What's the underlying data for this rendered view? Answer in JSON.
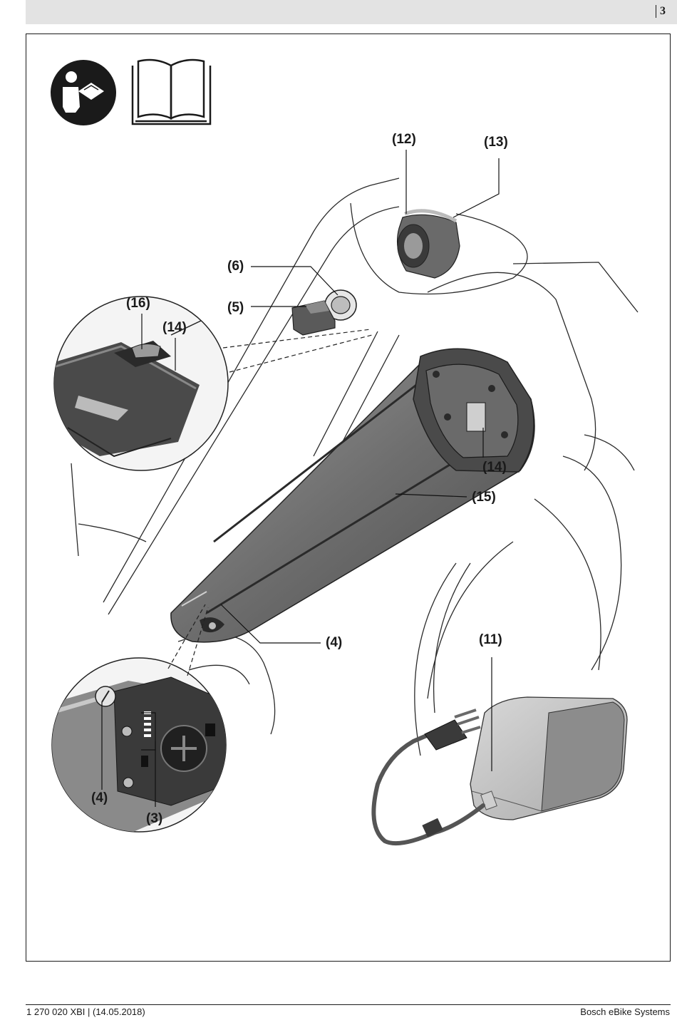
{
  "header": {
    "page_number": "3"
  },
  "callouts": {
    "c12": "(12)",
    "c13": "(13)",
    "c6": "(6)",
    "c5": "(5)",
    "c16": "(16)",
    "c14_detail": "(14)",
    "c14_battery": "(14)",
    "c15": "(15)",
    "c4_main": "(4)",
    "c11": "(11)",
    "c4_detail": "(4)",
    "c3": "(3)"
  },
  "icons": [
    "read-manual-icon",
    "manual-book-icon"
  ],
  "footer": {
    "doc_ref": "1 270 020 XBI | (14.05.2018)",
    "brand": "Bosch eBike Systems"
  }
}
